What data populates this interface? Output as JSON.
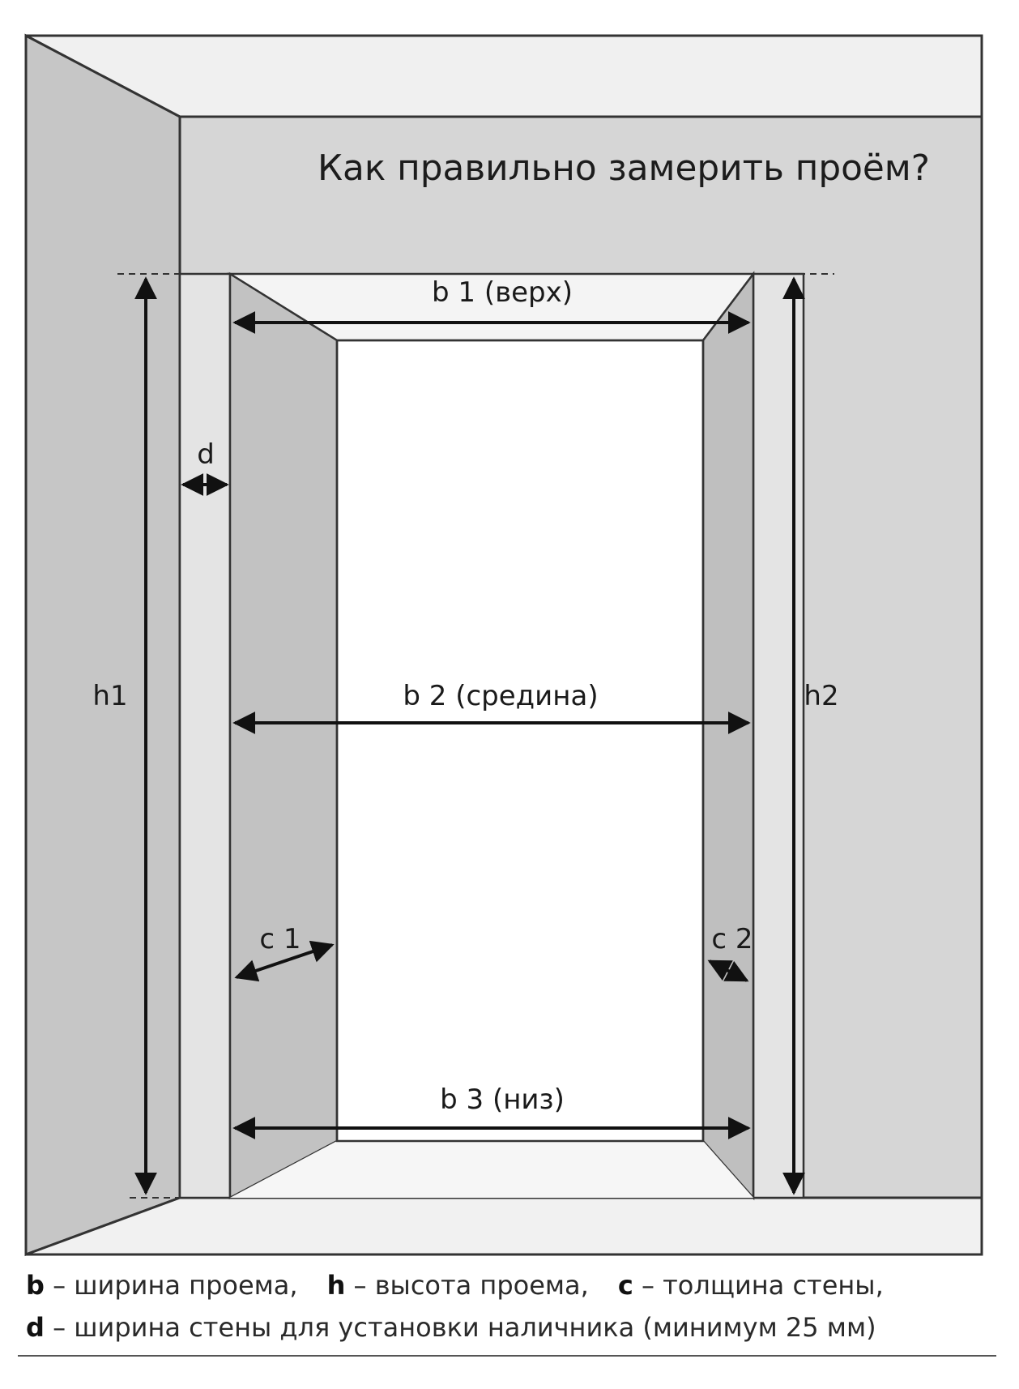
{
  "title": "Как правильно замерить проём?",
  "labels": {
    "b1": "b 1 (верх)",
    "b2": "b 2 (средина)",
    "b3": "b 3 (низ)",
    "h1": "h1",
    "h2": "h2",
    "d": "d",
    "c1": "c 1",
    "c2": "c 2"
  },
  "legend": {
    "line1": [
      {
        "key": "b",
        "text": " – ширина проема,"
      },
      {
        "key": "h",
        "text": " – высота проема,"
      },
      {
        "key": "c",
        "text": " – толщина стены,"
      }
    ],
    "line2": [
      {
        "key": "d",
        "text": " – ширина стены для установки наличника (минимум 25 мм)"
      }
    ]
  }
}
